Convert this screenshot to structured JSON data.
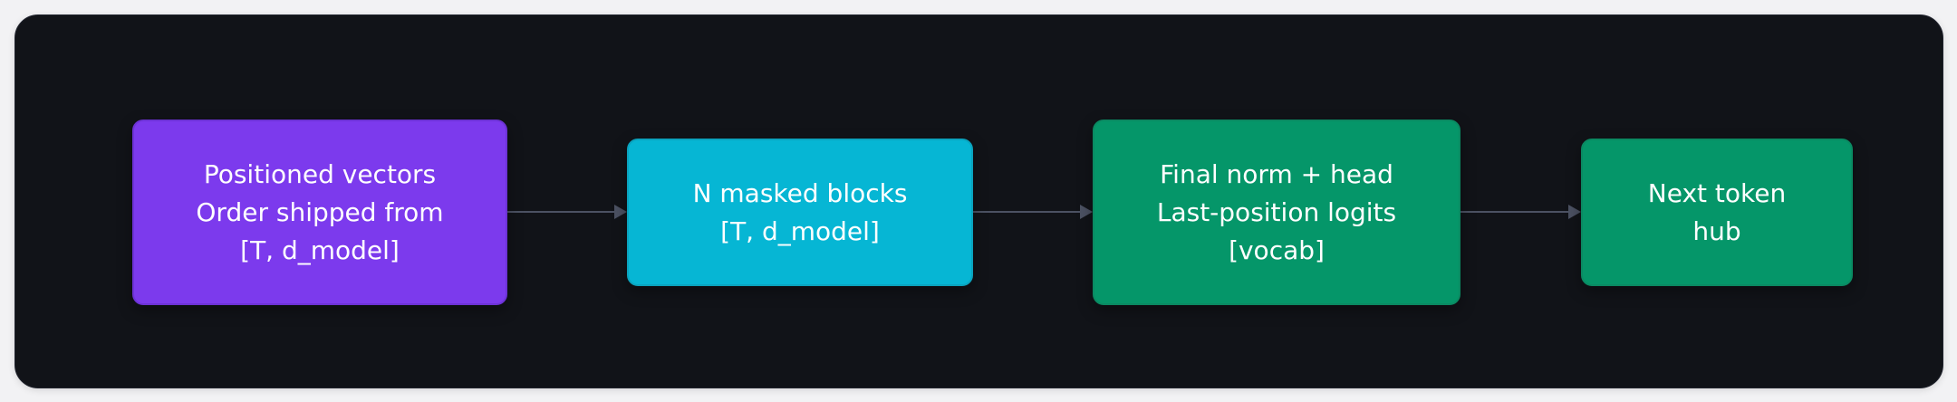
{
  "diagram": {
    "nodes": [
      {
        "id": "n1",
        "lines": [
          "Positioned vectors",
          "Order shipped from",
          "[T, d_model]"
        ],
        "fill": "#7c3aed",
        "border": "#6d32d6"
      },
      {
        "id": "n2",
        "lines": [
          "N masked blocks",
          "[T, d_model]"
        ],
        "fill": "#06b6d4",
        "border": "#0aa3be"
      },
      {
        "id": "n3",
        "lines": [
          "Final norm + head",
          "Last-position logits",
          "[vocab]"
        ],
        "fill": "#059669",
        "border": "#0a8a62"
      },
      {
        "id": "n4",
        "lines": [
          "Next token",
          "hub"
        ],
        "fill": "#059669",
        "border": "#0a8a62"
      }
    ],
    "edges": [
      {
        "from": "n1",
        "to": "n2"
      },
      {
        "from": "n2",
        "to": "n3"
      },
      {
        "from": "n3",
        "to": "n4"
      }
    ],
    "colors": {
      "background": "#111318",
      "edge": "#4b5162"
    }
  }
}
